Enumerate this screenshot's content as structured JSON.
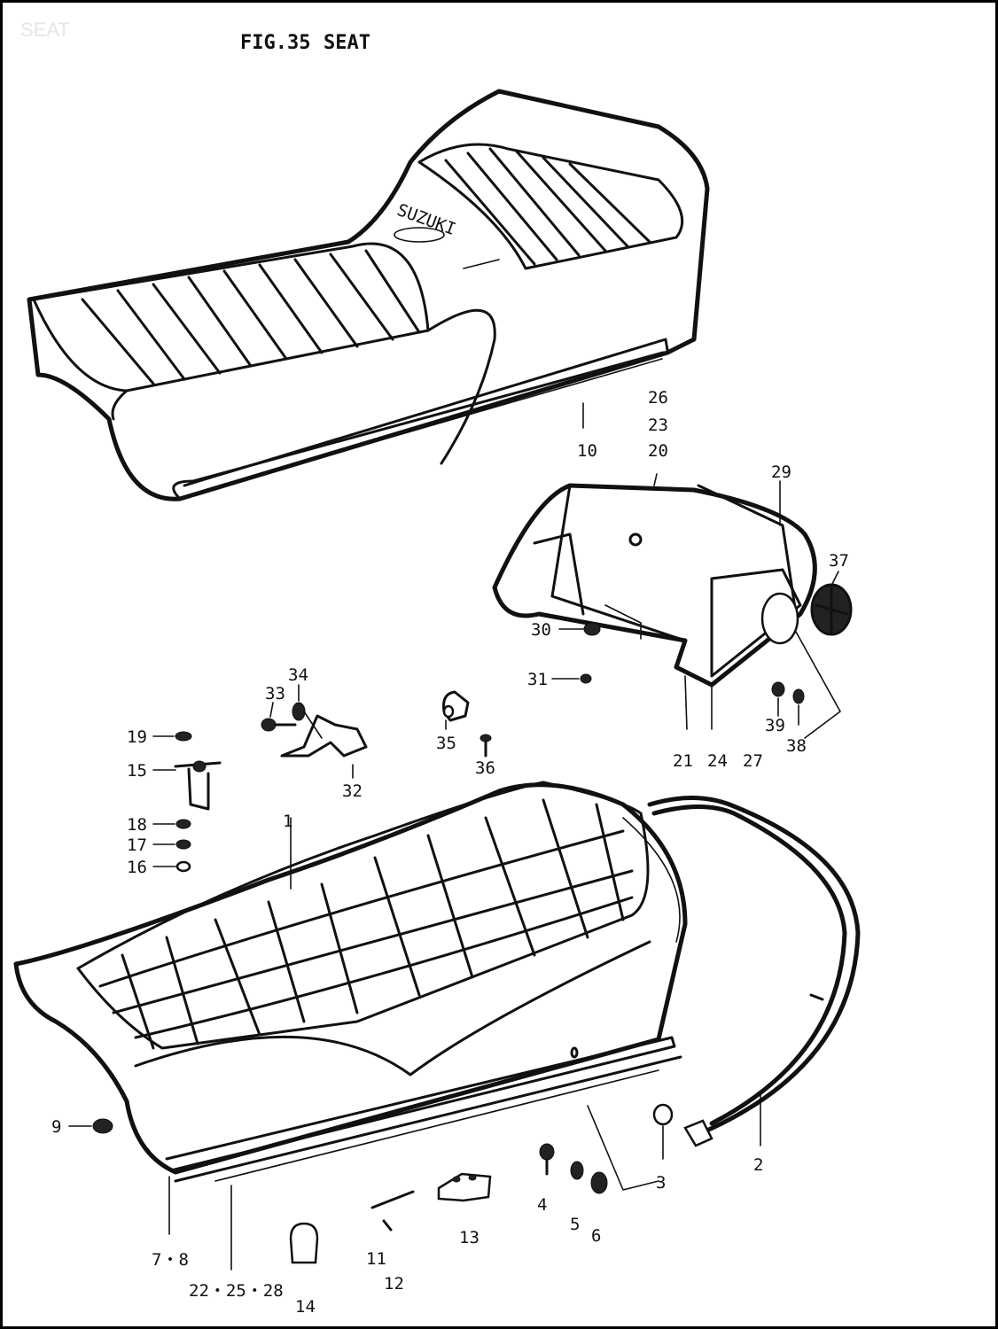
{
  "header": {
    "watermark": "SEAT",
    "figure": "FIG.35",
    "title": "SEAT"
  },
  "logo_text": "SUZUKI",
  "callouts": [
    "10",
    "26",
    "23",
    "20",
    "29",
    "37",
    "30",
    "31",
    "34",
    "33",
    "32",
    "35",
    "36",
    "21",
    "24",
    "27",
    "39",
    "38",
    "19",
    "15",
    "18",
    "17",
    "16",
    "1",
    "9",
    "2",
    "3",
    "4",
    "5",
    "6",
    "13",
    "11",
    "12",
    "7・8",
    "22・25・28",
    "14"
  ]
}
